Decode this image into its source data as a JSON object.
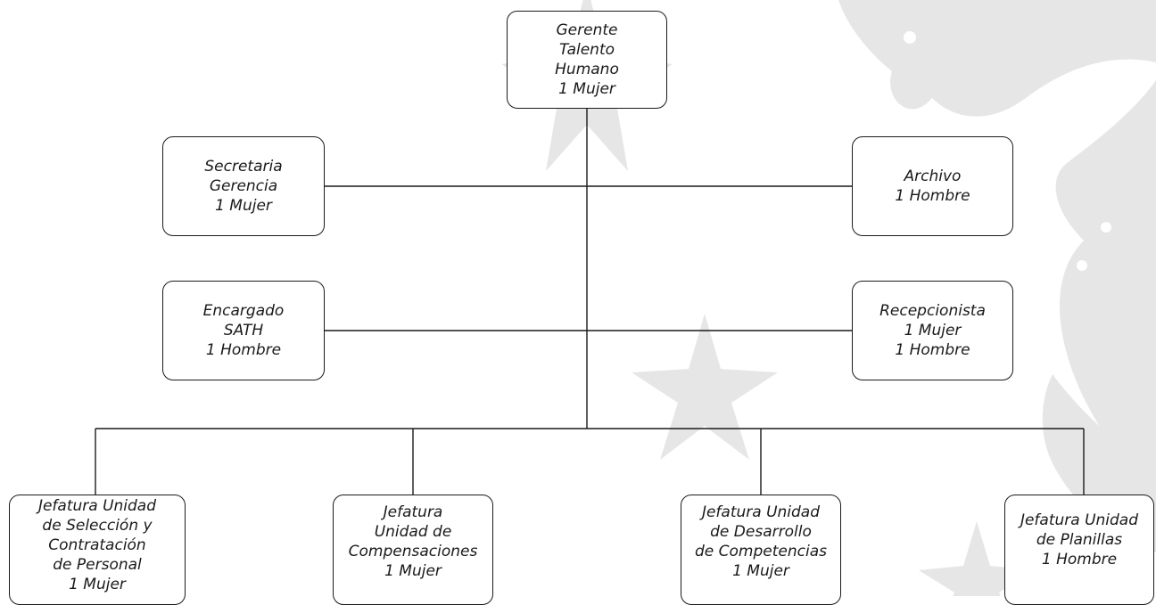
{
  "chart": {
    "nodes": [
      {
        "id": "gerente",
        "lines": [
          "Gerente",
          "Talento",
          "Humano",
          "1 Mujer"
        ]
      },
      {
        "id": "secretaria",
        "lines": [
          "Secretaria",
          "Gerencia",
          "1 Mujer"
        ]
      },
      {
        "id": "archivo",
        "lines": [
          "Archivo",
          "1 Hombre"
        ]
      },
      {
        "id": "encargado",
        "lines": [
          "Encargado",
          "SATH",
          "1 Hombre"
        ]
      },
      {
        "id": "recepcionista",
        "lines": [
          "Recepcionista",
          "1 Mujer",
          "1 Hombre"
        ]
      },
      {
        "id": "seleccion",
        "lines": [
          "Jefatura Unidad",
          "de Selección y",
          "Contratación",
          "de Personal",
          "1 Mujer"
        ]
      },
      {
        "id": "compensaciones",
        "lines": [
          "Jefatura",
          "Unidad de",
          "Compensaciones",
          "1 Mujer"
        ]
      },
      {
        "id": "desarrollo",
        "lines": [
          "Jefatura Unidad",
          "de Desarrollo",
          "de Competencias",
          "1 Mujer"
        ]
      },
      {
        "id": "planillas",
        "lines": [
          "Jefatura Unidad",
          "de Planillas",
          "1 Hombre"
        ]
      }
    ]
  },
  "colors": {
    "box_border": "#1a1a1a",
    "connector": "#1a1a1a",
    "text": "#1a1a1a",
    "watermark": "#e6e6e6"
  }
}
